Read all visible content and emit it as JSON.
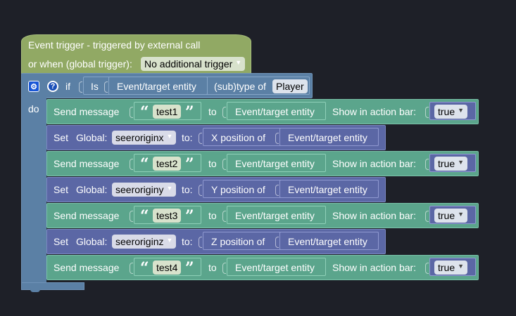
{
  "event": {
    "title": "Event trigger - triggered by external call",
    "global_label": "or when (global trigger):",
    "global_value": "No additional trigger"
  },
  "if_block": {
    "gear_icon": "gear-icon",
    "help_icon": "help-icon",
    "if_label": "if",
    "is_label": "Is",
    "entity": "Event/target entity",
    "subtype_label": "(sub)type of",
    "subtype_value": "Player",
    "do_label": "do"
  },
  "rows": [
    {
      "kind": "send",
      "label": "Send message",
      "text": "test1",
      "to": "to",
      "entity": "Event/target entity",
      "action_bar_label": "Show in action bar:",
      "bool": "true"
    },
    {
      "kind": "set",
      "label": "Set",
      "global_label": "Global:",
      "var": "seeroriginx",
      "to": "to:",
      "pos": "X position of",
      "entity": "Event/target entity"
    },
    {
      "kind": "send",
      "label": "Send message",
      "text": "test2",
      "to": "to",
      "entity": "Event/target entity",
      "action_bar_label": "Show in action bar:",
      "bool": "true"
    },
    {
      "kind": "set",
      "label": "Set",
      "global_label": "Global:",
      "var": "seeroriginy",
      "to": "to:",
      "pos": "Y position of",
      "entity": "Event/target entity"
    },
    {
      "kind": "send",
      "label": "Send message",
      "text": "test3",
      "to": "to",
      "entity": "Event/target entity",
      "action_bar_label": "Show in action bar:",
      "bool": "true"
    },
    {
      "kind": "set",
      "label": "Set",
      "global_label": "Global:",
      "var": "seeroriginz",
      "to": "to:",
      "pos": "Z position of",
      "entity": "Event/target entity"
    },
    {
      "kind": "send",
      "label": "Send message",
      "text": "test4",
      "to": "to",
      "entity": "Event/target entity",
      "action_bar_label": "Show in action bar:",
      "bool": "true"
    }
  ],
  "colors": {
    "background": "#1e2028",
    "event_block": "#91a964",
    "control_block": "#5b80a5",
    "message_block": "#5ba58c",
    "variable_block": "#5b67a5"
  }
}
